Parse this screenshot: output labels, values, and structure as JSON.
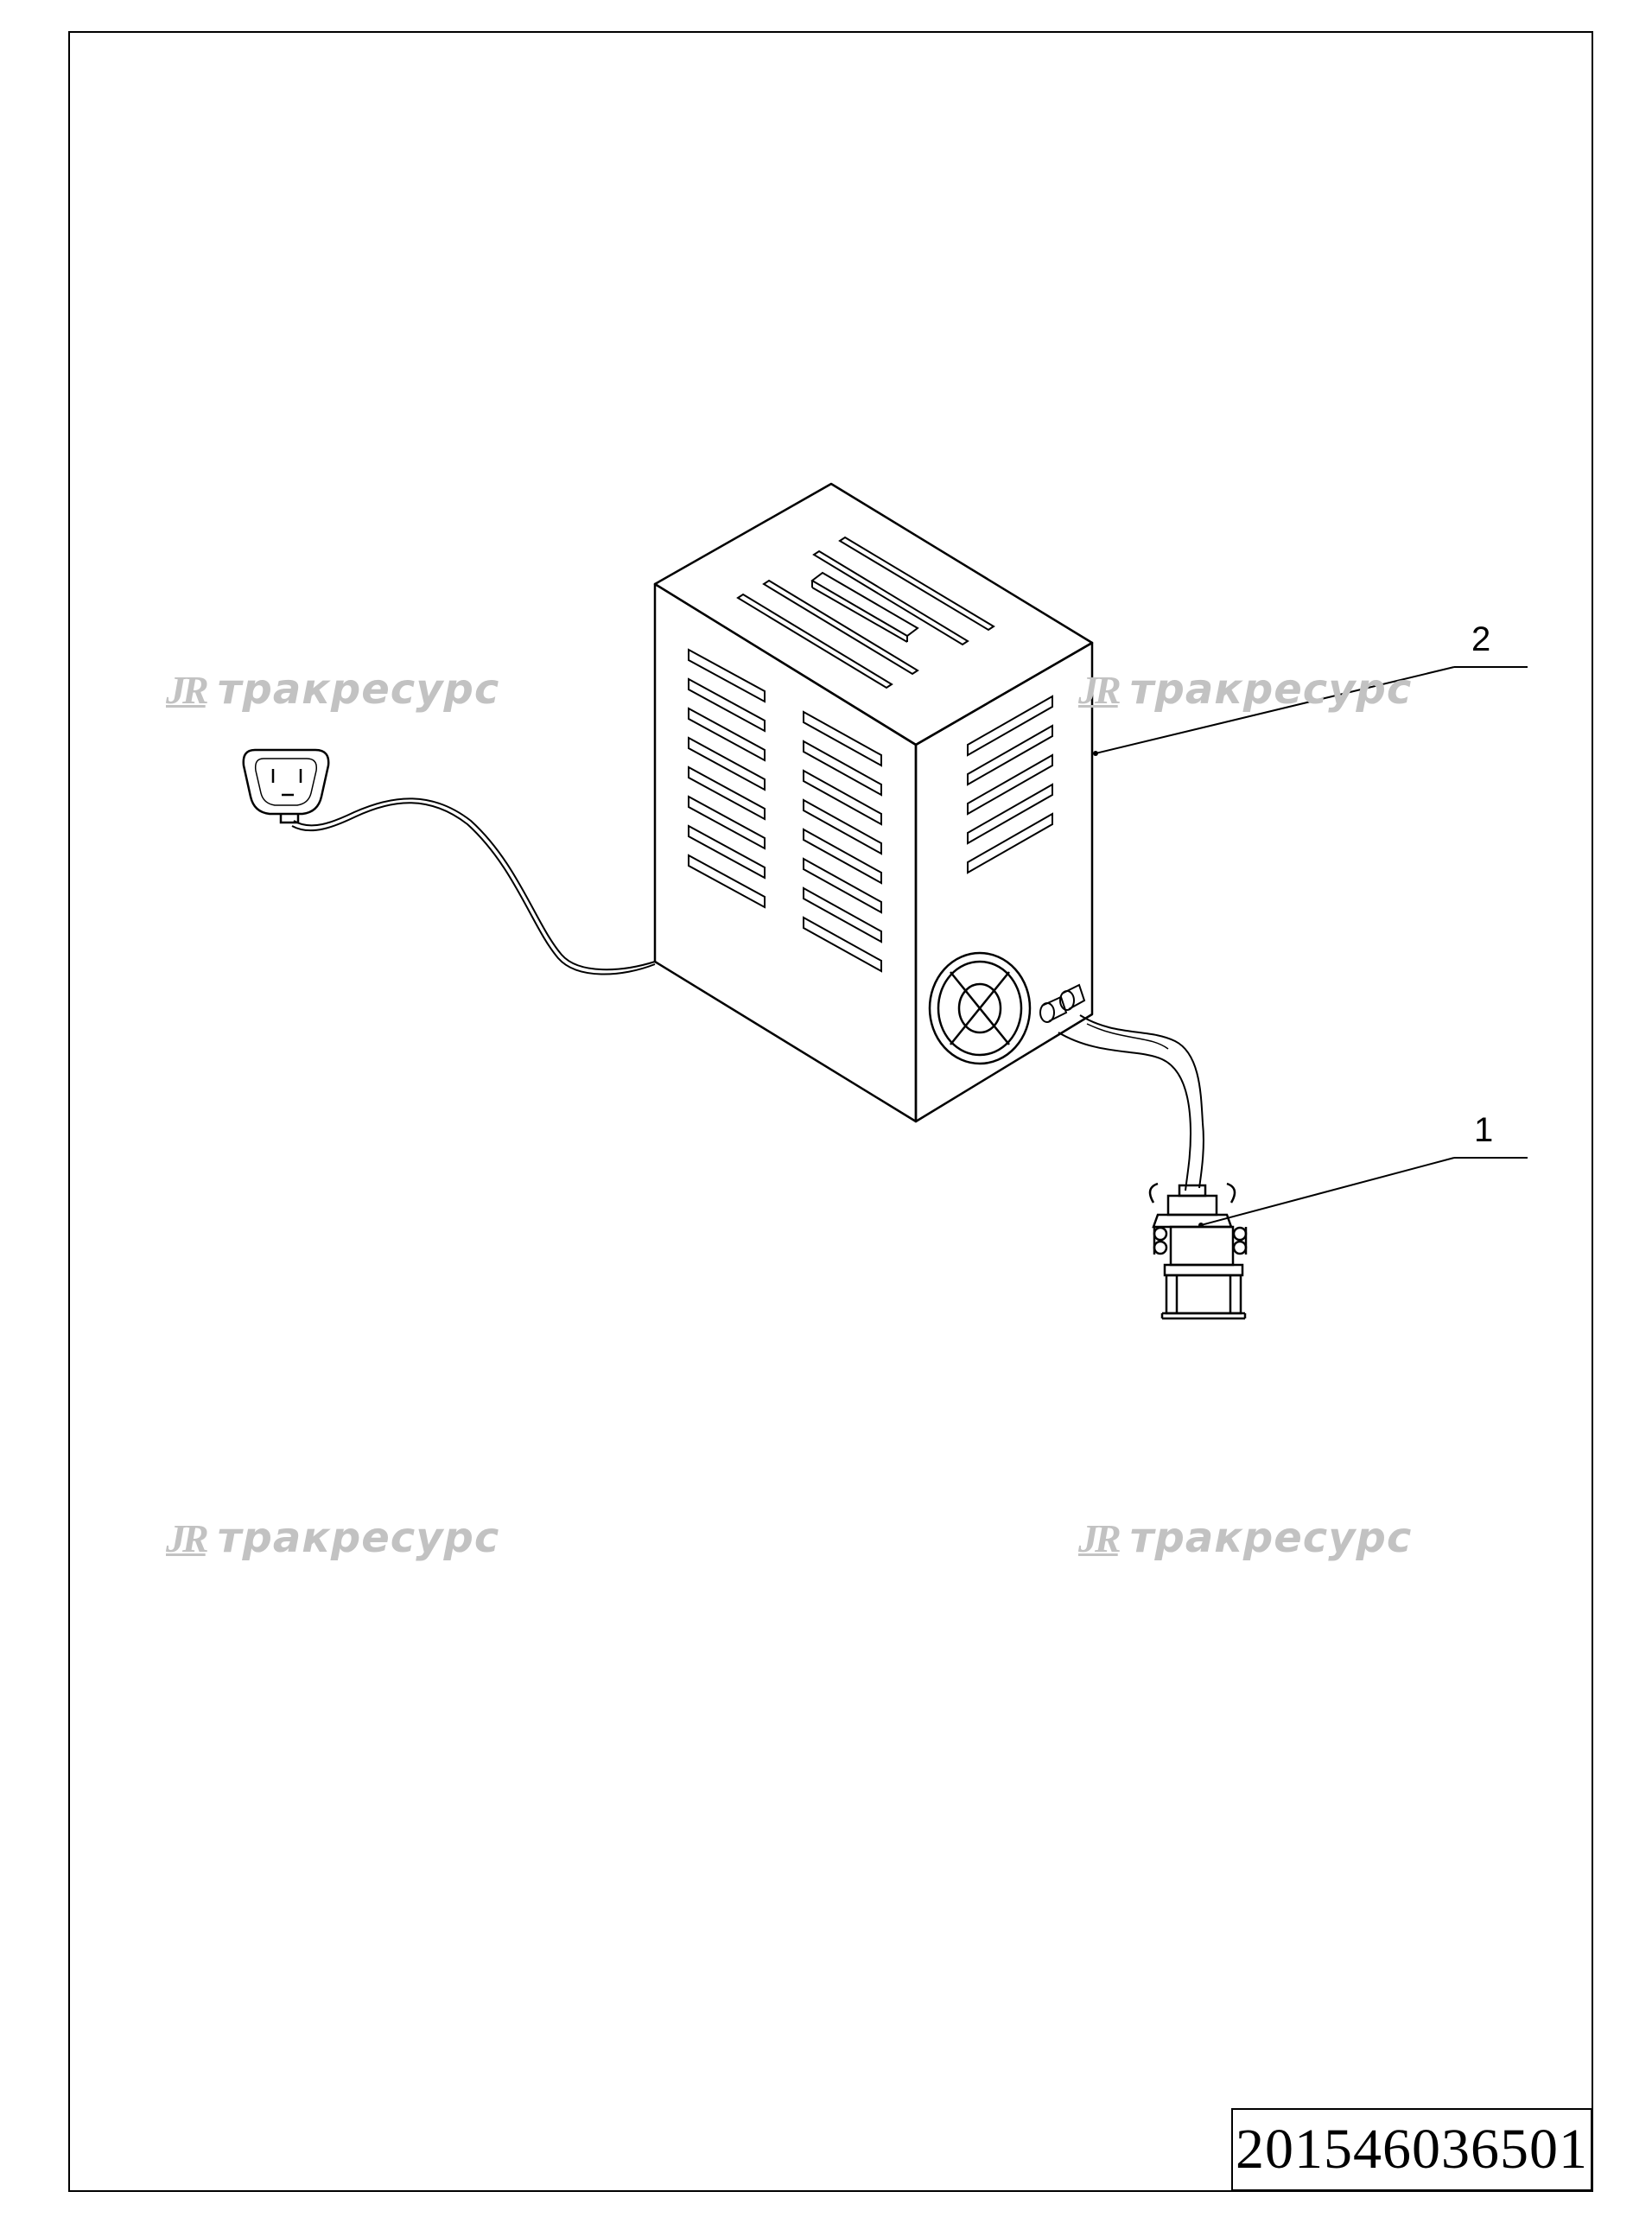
{
  "watermarks": [
    {
      "logo": "JR",
      "text": "тракресурс"
    },
    {
      "logo": "JR",
      "text": "тракресурс"
    },
    {
      "logo": "JR",
      "text": "тракресурс"
    },
    {
      "logo": "JR",
      "text": "тракресурс"
    }
  ],
  "callouts": [
    {
      "label": "2",
      "part": "charger-housing"
    },
    {
      "label": "1",
      "part": "connector-plug"
    }
  ],
  "drawing_number": "201546036501"
}
